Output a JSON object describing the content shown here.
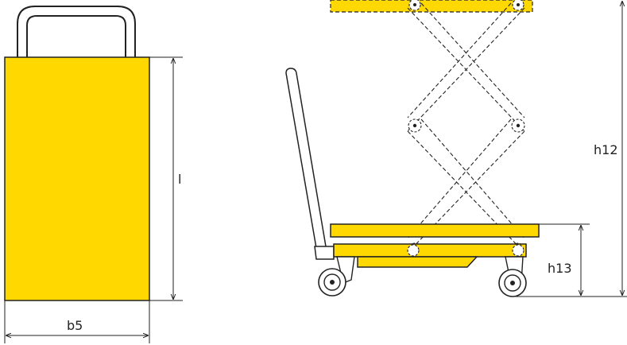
{
  "colors": {
    "platform_fill": "#FFD800",
    "outline": "#222222",
    "background": "#FFFFFF"
  },
  "dimensions": {
    "length_label": "l",
    "width_label": "b5",
    "max_height_label": "h12",
    "min_height_label": "h13"
  }
}
